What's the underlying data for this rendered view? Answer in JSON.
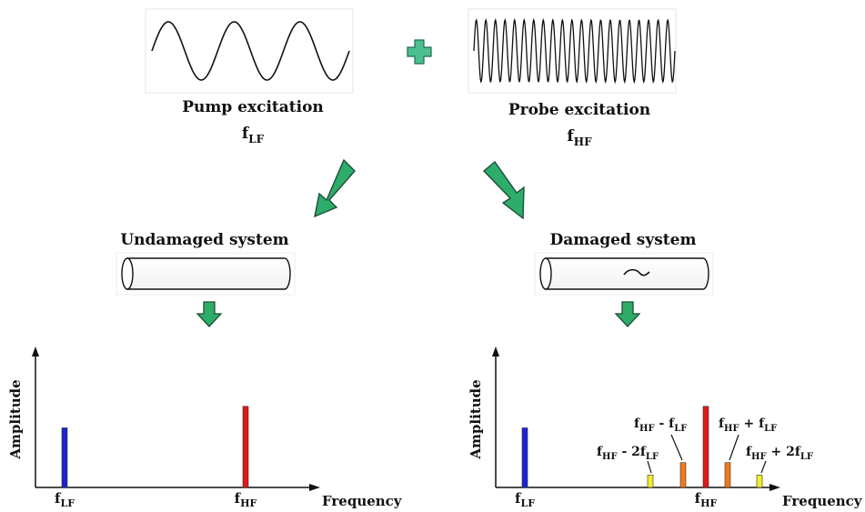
{
  "pump": {
    "title": "Pump excitation",
    "freq_main": "f",
    "freq_sub": "LF"
  },
  "probe": {
    "title": "Probe excitation",
    "freq_main": "f",
    "freq_sub": "HF"
  },
  "undamaged": {
    "title": "Undamaged system"
  },
  "damaged": {
    "title": "Damaged system"
  },
  "axis": {
    "ylabel": "Amplitude",
    "xlabel": "Frequency"
  },
  "colors": {
    "arrow_fill": "#2eac6a",
    "plus_fill": "#4cbf90",
    "lf_bar": "#1a22d6",
    "hf_bar": "#e01818",
    "sideband1": "#f07a1c",
    "sideband2": "#f2ee2a"
  },
  "chart_data": [
    {
      "type": "bar",
      "name": "undamaged-spectrum",
      "ylabel": "Amplitude",
      "xlabel": "Frequency",
      "ticks": [
        {
          "main": "f",
          "sub": "LF"
        },
        {
          "main": "f",
          "sub": "HF"
        }
      ],
      "bars": [
        {
          "label": "fLF",
          "value": 0.72,
          "color": "#1a22d6"
        },
        {
          "label": "fHF",
          "value": 0.98,
          "color": "#e01818"
        }
      ]
    },
    {
      "type": "bar",
      "name": "damaged-spectrum",
      "ylabel": "Amplitude",
      "xlabel": "Frequency",
      "ticks": [
        {
          "main": "f",
          "sub": "LF"
        },
        {
          "main": "f",
          "sub": "HF"
        }
      ],
      "sidebands": [
        {
          "parts": [
            [
              "f",
              "HF"
            ],
            [
              " - 2f",
              "LF"
            ]
          ],
          "value": 0.15,
          "color": "#f2ee2a"
        },
        {
          "parts": [
            [
              "f",
              "HF"
            ],
            [
              " - f",
              "LF"
            ]
          ],
          "value": 0.3,
          "color": "#f07a1c"
        },
        {
          "parts": [
            [
              "f",
              "HF"
            ],
            [
              " + f",
              "LF"
            ]
          ],
          "value": 0.3,
          "color": "#f07a1c"
        },
        {
          "parts": [
            [
              "f",
              "HF"
            ],
            [
              " + 2f",
              "LF"
            ]
          ],
          "value": 0.15,
          "color": "#f2ee2a"
        }
      ],
      "bars": [
        {
          "label": "fLF",
          "value": 0.72,
          "color": "#1a22d6"
        },
        {
          "label": "fHF",
          "value": 1.0,
          "color": "#e01818"
        }
      ]
    }
  ]
}
